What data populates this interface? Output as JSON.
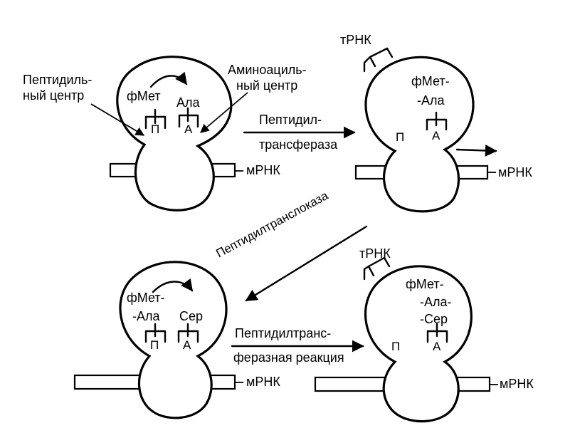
{
  "panel1": {
    "peptidyl_center": [
      "Пептидиль-",
      "ный центр"
    ],
    "aminoacyl_center": [
      "Аминоациль-",
      "ный центр"
    ],
    "amino1": "фМет",
    "amino2": "Ала",
    "site_p": "П",
    "site_a": "А",
    "mrna": "мРНК"
  },
  "step1": [
    "Пептидил-",
    "трансфераза"
  ],
  "panel2": {
    "trna": "тРНК",
    "chain": [
      "фМет-",
      "-Ала"
    ],
    "site_p": "П",
    "site_a": "А",
    "mrna": "мРНК"
  },
  "step2": "Пептидилтранслоказа",
  "panel3": {
    "chain": [
      "фМет-",
      "-Ала"
    ],
    "amino_new": "Сер",
    "site_p": "П",
    "site_a": "А",
    "mrna": "мРНК"
  },
  "step3": [
    "Пептидилтранс-",
    "феразная реакция"
  ],
  "panel4": {
    "trna": "тРНК",
    "chain": [
      "фМет-",
      "-Ала-",
      "-Сер"
    ],
    "site_p": "П",
    "site_a": "А",
    "mrna": "мРНК"
  },
  "colors": {
    "ink": "#000000",
    "paper": "#ffffff"
  }
}
